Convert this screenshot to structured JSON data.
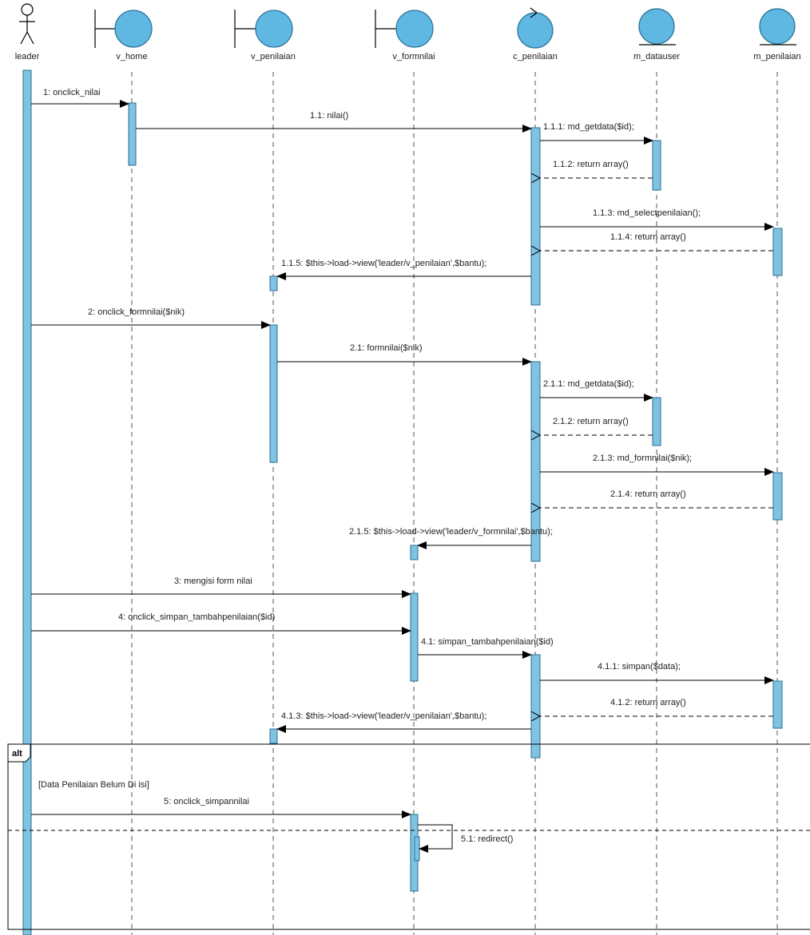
{
  "lifelines": {
    "leader": "leader",
    "v_home": "v_home",
    "v_penilaian": "v_penilaian",
    "v_formnilai": "v_formnilai",
    "c_penilaian": "c_penilaian",
    "m_datauser": "m_datauser",
    "m_penilaian": "m_penilaian"
  },
  "messages": {
    "m1": "1: onclick_nilai",
    "m1_1": "1.1:  nilai()",
    "m1_1_1": "1.1.1: md_getdata($id);",
    "m1_1_2": "1.1.2: return array()",
    "m1_1_3": "1.1.3: md_selectpenilaian();",
    "m1_1_4": "1.1.4: return array()",
    "m1_1_5": "1.1.5: $this->load->view('leader/v_penilaian',$bantu);",
    "m2": "2: onclick_formnilai($nik)",
    "m2_1": "2.1: formnilai($nik)",
    "m2_1_1": "2.1.1: md_getdata($id);",
    "m2_1_2": "2.1.2: return array()",
    "m2_1_3": "2.1.3: md_formnilai($nik);",
    "m2_1_4": "2.1.4: return array()",
    "m2_1_5": "2.1.5: $this->load->view('leader/v_formnilai',$bantu);",
    "m3": "3: mengisi form nilai",
    "m4": "4: onclick_simpan_tambahpenilaian($id)",
    "m4_1": "4.1: simpan_tambahpenilaian($id)",
    "m4_1_1": "4.1.1: simpan($data);",
    "m4_1_2": "4.1.2: return array()",
    "m4_1_3": "4.1.3: $this->load->view('leader/v_penilaian',$bantu);",
    "m5": "5: onclick_simpannilai",
    "m5_1": "5.1: redirect()"
  },
  "fragment": {
    "tag": "alt",
    "guard": "[Data Penilaian Belum Di isi]"
  },
  "colors": {
    "activation": "#7fc3e0",
    "head": "#5fb8e2",
    "line": "#000000"
  }
}
